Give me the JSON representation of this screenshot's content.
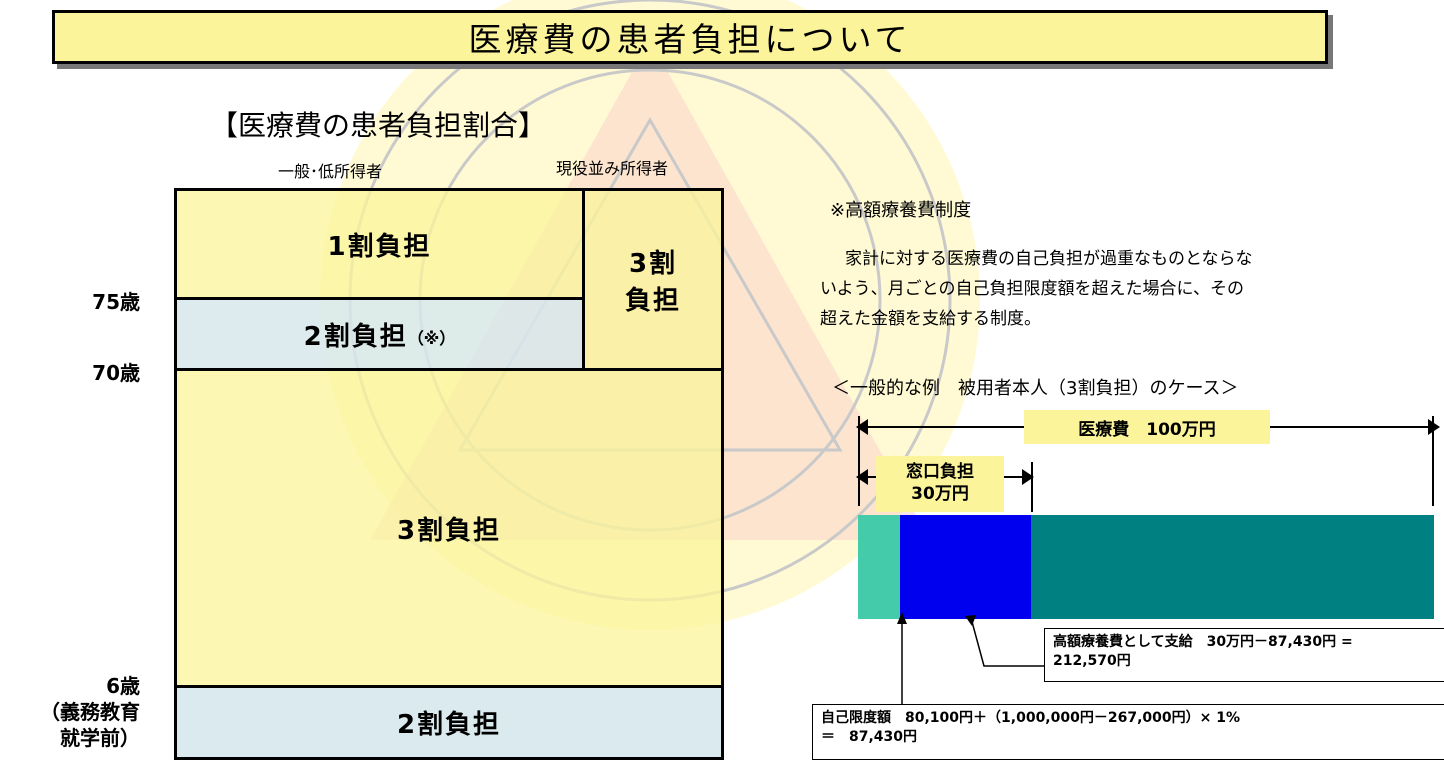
{
  "title": "医療費の患者負担について",
  "left": {
    "heading": "【医療費の患者負担割合】",
    "col_general": "一般･低所得者",
    "col_working": "現役並み所得者",
    "ages": {
      "a75": "75歳",
      "a70": "70歳",
      "a6": "6歳",
      "a6_note1": "（義務教育",
      "a6_note2": "就学前）"
    },
    "cells": {
      "one_wari": "1割負担",
      "two_wari_mid": "2割負担",
      "two_wari_note": "（※）",
      "three_wari_side_1": "3割",
      "three_wari_side_2": "負担",
      "three_wari_main": "3割負担",
      "two_wari_bottom": "2割負担"
    }
  },
  "right": {
    "system_title": "※高額療養費制度",
    "desc_line1": "家計に対する医療費の自己負担が過重なものとならな",
    "desc_line2": "いよう、月ごとの自己負担限度額を超えた場合に、その",
    "desc_line3": "超えた金額を支給する制度。",
    "example_title": "＜一般的な例　被用者本人（3割負担）のケース＞",
    "medical_fee": "医療費　100万円",
    "window_1": "窓口負担",
    "window_2": "30万円",
    "benefit_1": "高額療養費として支給　30万円－87,430円 =",
    "benefit_2": "212,570円",
    "self_1": "自己限度額　80,100円＋（1,000,000円－267,000円）× 1%",
    "self_2": "＝　87,430円"
  },
  "colors": {
    "banner_fill": "#fbf49a",
    "cell_yellow": "#fbf49a",
    "cell_light_blue": "#d7e8ec",
    "bar_mint": "#44ccaa",
    "bar_blue": "#0000ee",
    "bar_teal": "#008080",
    "label_highlight": "#fbf49a"
  }
}
